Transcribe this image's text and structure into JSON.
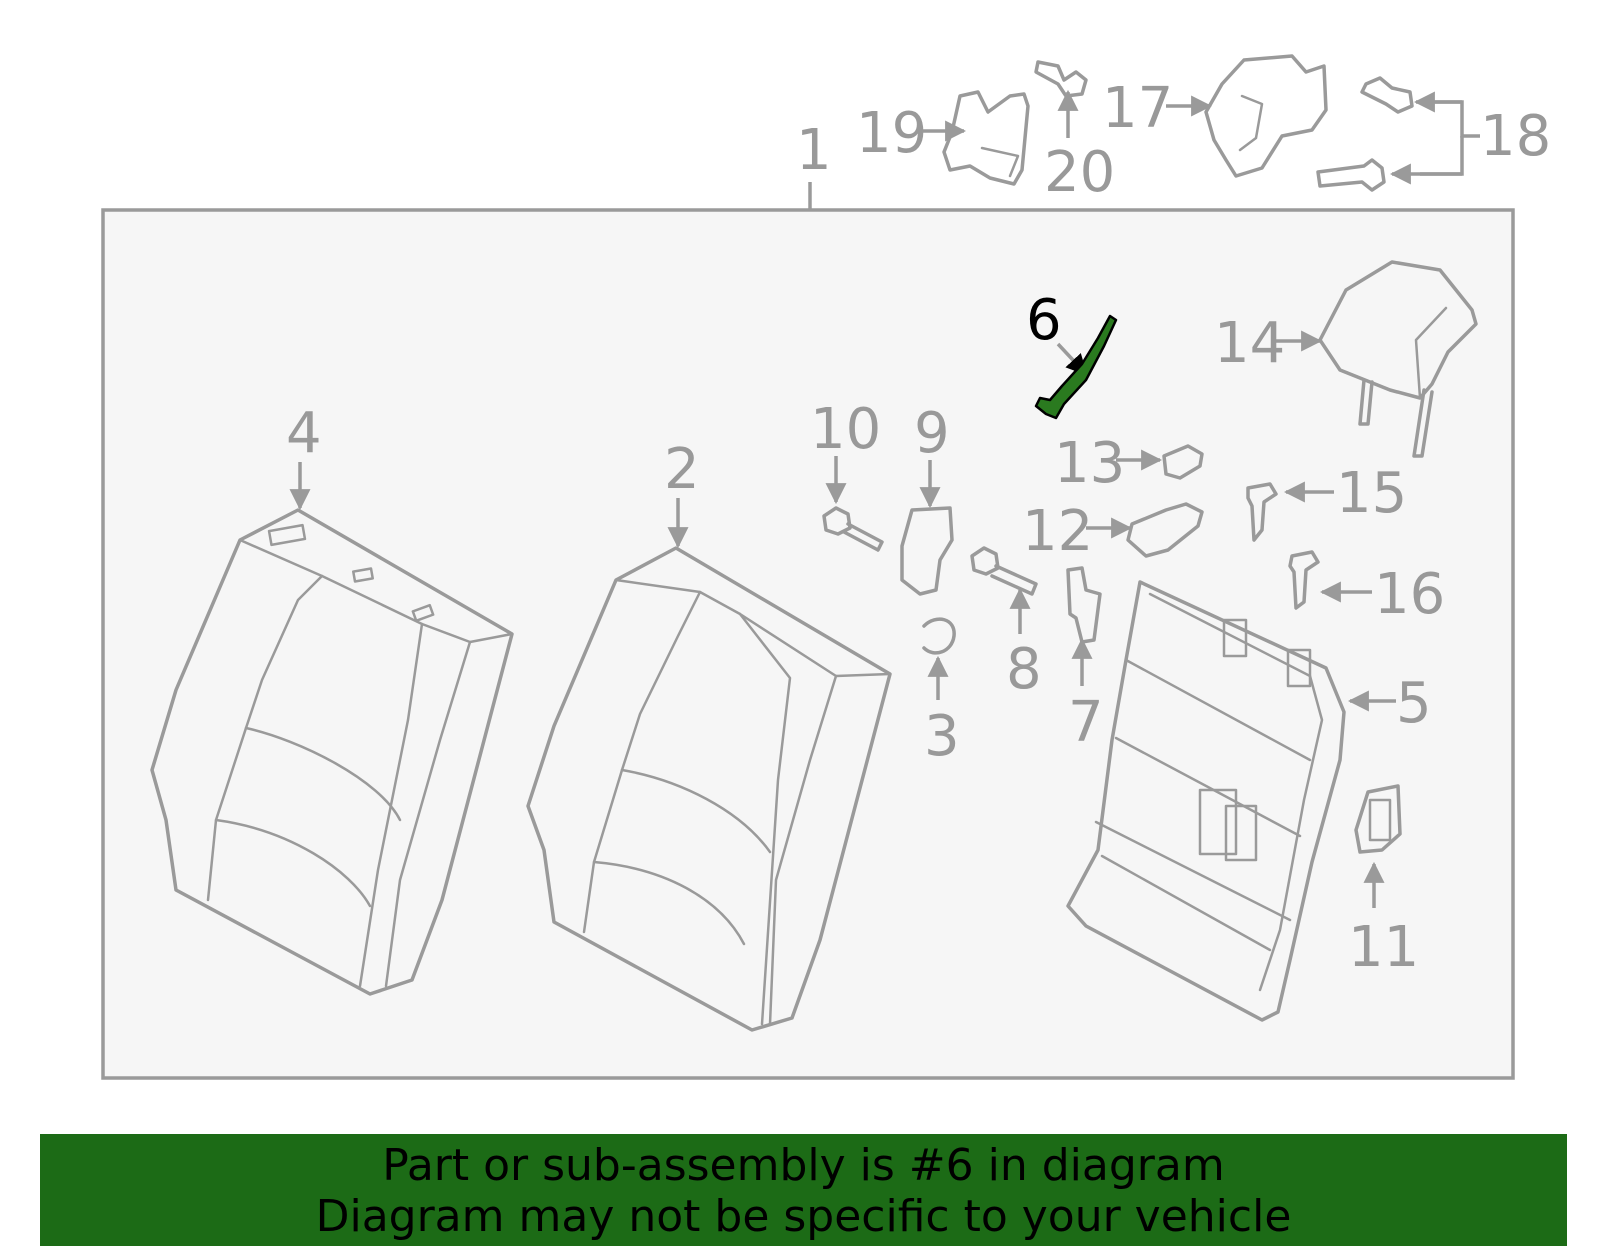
{
  "diagram": {
    "highlight_color": "#2a7a1f",
    "highlighted_part": "6",
    "callouts": [
      "1",
      "2",
      "3",
      "4",
      "5",
      "6",
      "7",
      "8",
      "9",
      "10",
      "11",
      "12",
      "13",
      "14",
      "15",
      "16",
      "17",
      "18",
      "19",
      "20"
    ]
  },
  "banner": {
    "background": "#1c6b16",
    "line1": "Part or sub-assembly is #6 in diagram",
    "line2": "Diagram may not be specific to your vehicle"
  }
}
